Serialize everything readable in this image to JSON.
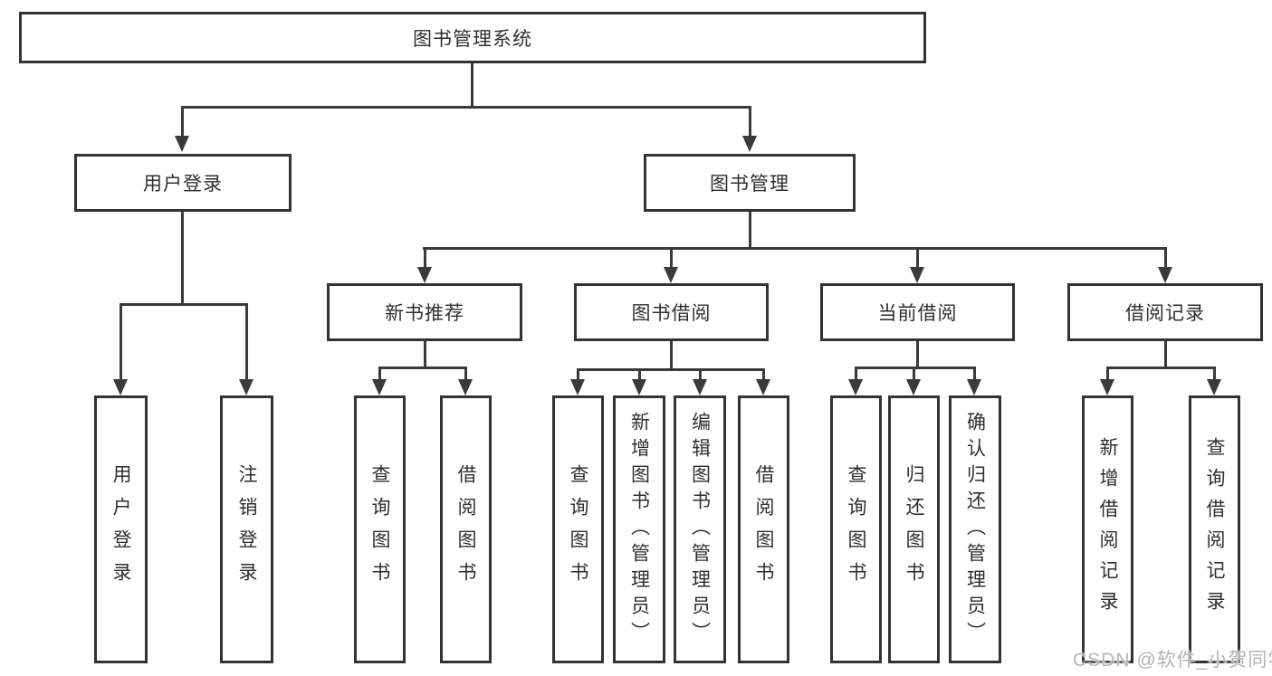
{
  "tree": {
    "label": "图书管理系统",
    "children": [
      {
        "label": "用户登录",
        "children": [
          {
            "label": "用户登录"
          },
          {
            "label": "注销登录"
          }
        ]
      },
      {
        "label": "图书管理",
        "children": [
          {
            "label": "新书推荐",
            "children": [
              {
                "label": "查询图书"
              },
              {
                "label": "借阅图书"
              }
            ]
          },
          {
            "label": "图书借阅",
            "children": [
              {
                "label": "查询图书"
              },
              {
                "label": "新增图书（管理员）"
              },
              {
                "label": "编辑图书（管理员）"
              },
              {
                "label": "借阅图书"
              }
            ]
          },
          {
            "label": "当前借阅",
            "children": [
              {
                "label": "查询图书"
              },
              {
                "label": "归还图书"
              },
              {
                "label": "确认归还（管理员）"
              }
            ]
          },
          {
            "label": "借阅记录",
            "children": [
              {
                "label": "新增借阅记录"
              },
              {
                "label": "查询借阅记录"
              }
            ]
          }
        ]
      }
    ]
  },
  "watermark": {
    "text": "CSDN @软件_小贺同学"
  },
  "colors": {
    "line": "#3a3a3a",
    "box_border": "#333333",
    "text": "#2f2f2f",
    "watermark": "#b5b5b5",
    "background": "#ffffff"
  }
}
